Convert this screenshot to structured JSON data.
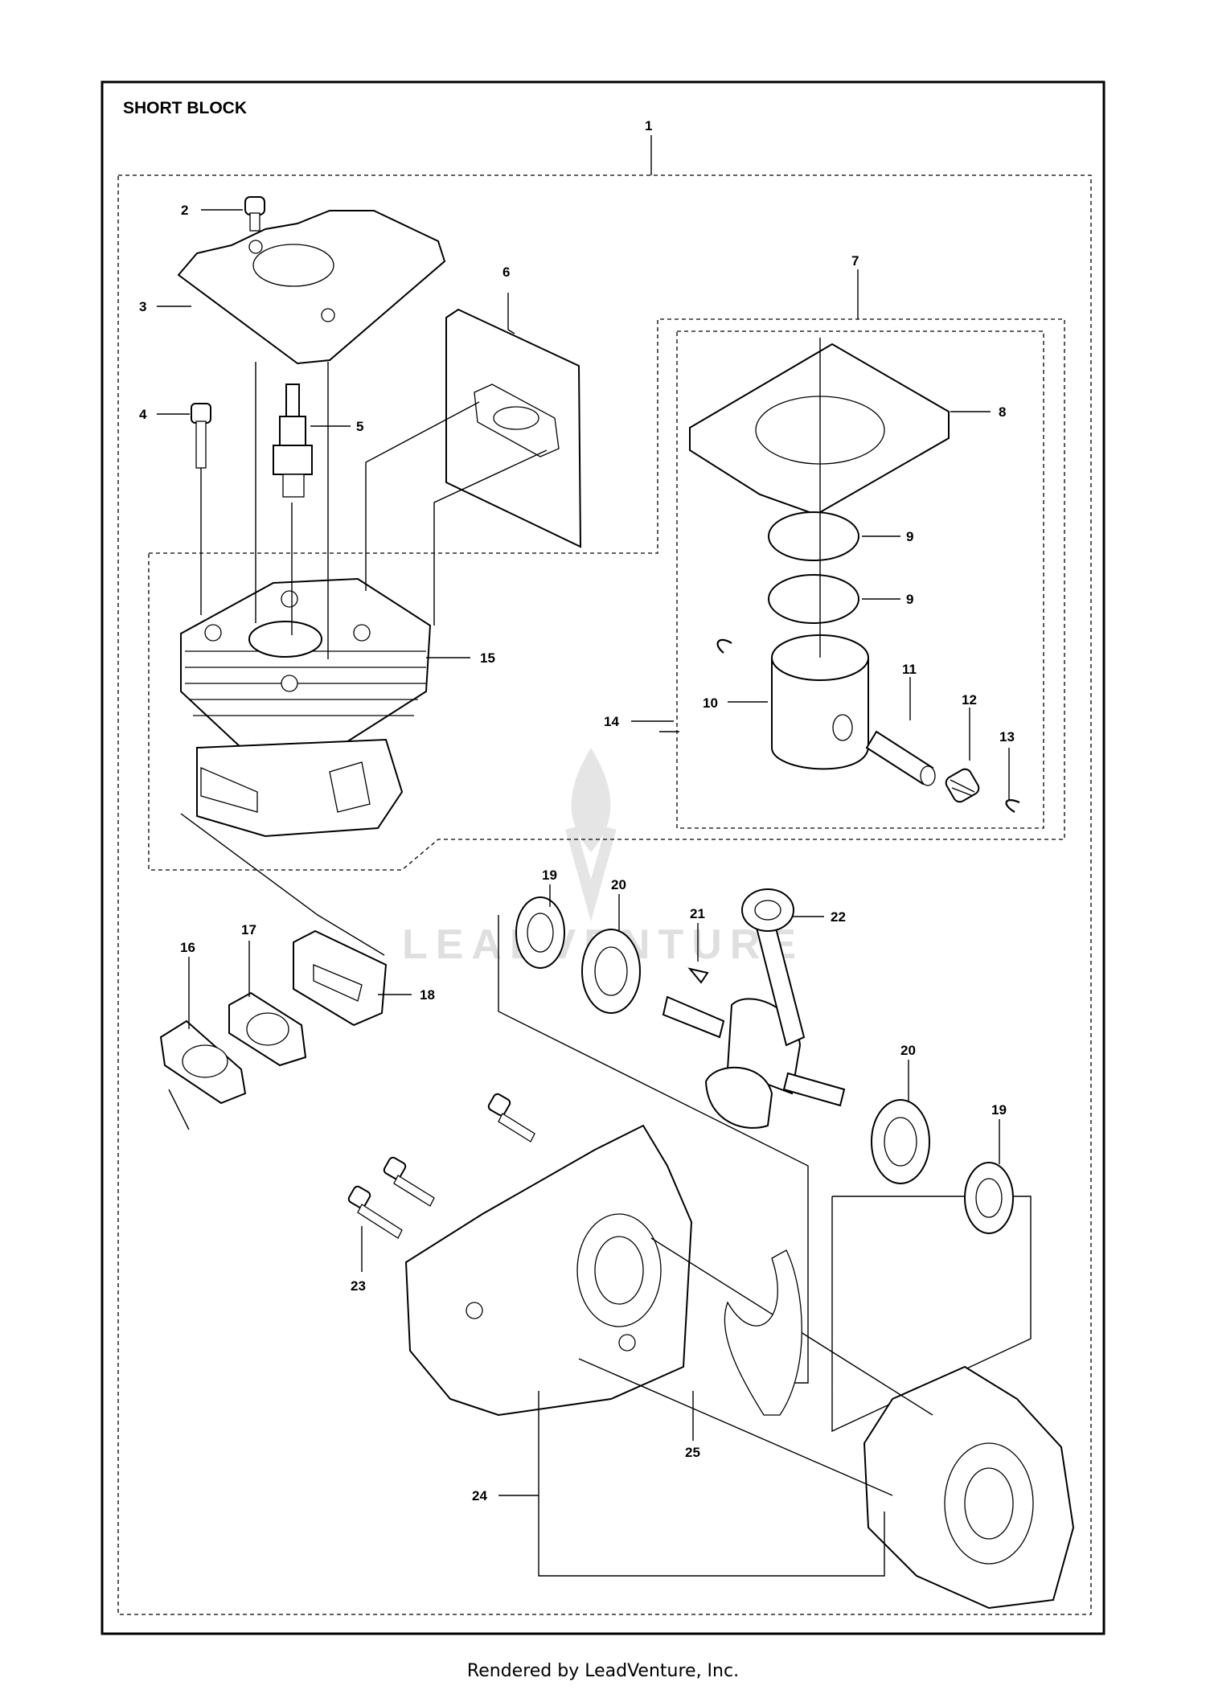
{
  "title": "SHORT BLOCK",
  "footer": "Rendered by LeadVenture, Inc.",
  "watermark": "LEADVENTURE",
  "parts": {
    "p1": "1",
    "p2": "2",
    "p3": "3",
    "p4": "4",
    "p5": "5",
    "p6": "6",
    "p7": "7",
    "p8": "8",
    "p9a": "9",
    "p9b": "9",
    "p10": "10",
    "p11": "11",
    "p12": "12",
    "p13": "13",
    "p14": "14",
    "p15": "15",
    "p16": "16",
    "p17": "17",
    "p18": "18",
    "p19a": "19",
    "p19b": "19",
    "p20a": "20",
    "p20b": "20",
    "p21": "21",
    "p22": "22",
    "p23": "23",
    "p24": "24",
    "p25": "25"
  }
}
